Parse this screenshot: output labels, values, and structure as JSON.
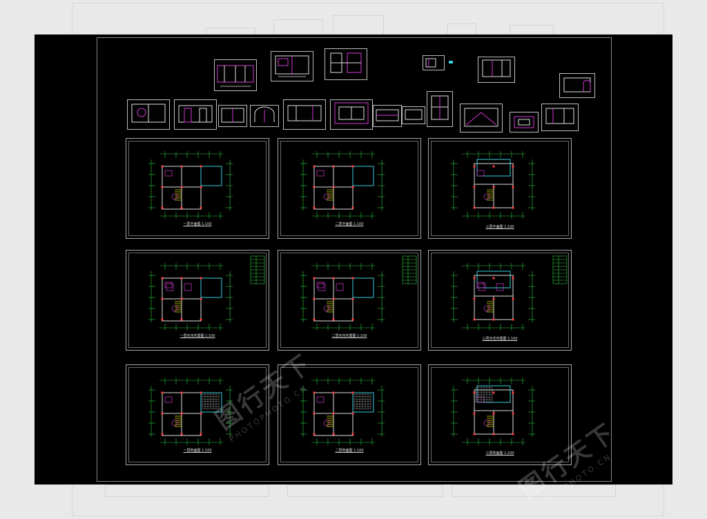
{
  "watermark": {
    "brand": "图行天下",
    "domain": "PHOTOPHOTO.CN"
  },
  "sheets": [
    {
      "title": "一层平面图 1:100"
    },
    {
      "title": "二层平面图 1:100"
    },
    {
      "title": "三层平面图 1:100"
    },
    {
      "title": "一层天花布置图 1:100"
    },
    {
      "title": "二层天花布置图 1:100"
    },
    {
      "title": "三层天花布置图 1:100"
    },
    {
      "title": "一层地面图 1:100"
    },
    {
      "title": "二层地面图 1:100"
    },
    {
      "title": "三层地面图 1:100"
    }
  ],
  "colors": {
    "background": "#000000",
    "line_green": "#2ecc40",
    "line_red": "#ff3b3b",
    "line_cyan": "#39d0e0",
    "line_magenta": "#d23ad2",
    "line_yellow": "#e6e600",
    "line_white": "#e0e0e0"
  }
}
